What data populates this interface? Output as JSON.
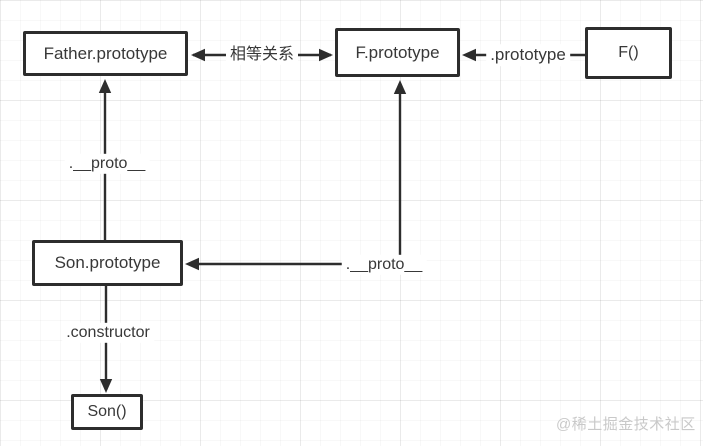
{
  "diagram": {
    "nodes": {
      "father_prototype": {
        "label": "Father.prototype"
      },
      "f_prototype": {
        "label": "F.prototype"
      },
      "f_function": {
        "label": "F()"
      },
      "son_prototype": {
        "label": "Son.prototype"
      },
      "son_function": {
        "label": "Son()"
      }
    },
    "edges": {
      "equality": {
        "label": "相等关系",
        "from": "Father.prototype",
        "to": "F.prototype",
        "direction": "both"
      },
      "prototype": {
        "label": ".prototype",
        "from": "F()",
        "to": "F.prototype",
        "direction": "left"
      },
      "proto_father": {
        "label": ".__proto__",
        "from": "Son.prototype",
        "to": "Father.prototype",
        "direction": "up"
      },
      "proto_f": {
        "label": ".__proto__",
        "from": "Son.prototype",
        "to": "F.prototype",
        "direction": "elbow-up"
      },
      "constructor": {
        "label": ".constructor",
        "from": "Son.prototype",
        "to": "Son()",
        "direction": "down"
      }
    },
    "colors": {
      "stroke": "#2d2d2d",
      "text": "#383838",
      "watermark": "#c9c9c9"
    }
  },
  "watermark": {
    "label": "@稀土掘金技术社区"
  }
}
